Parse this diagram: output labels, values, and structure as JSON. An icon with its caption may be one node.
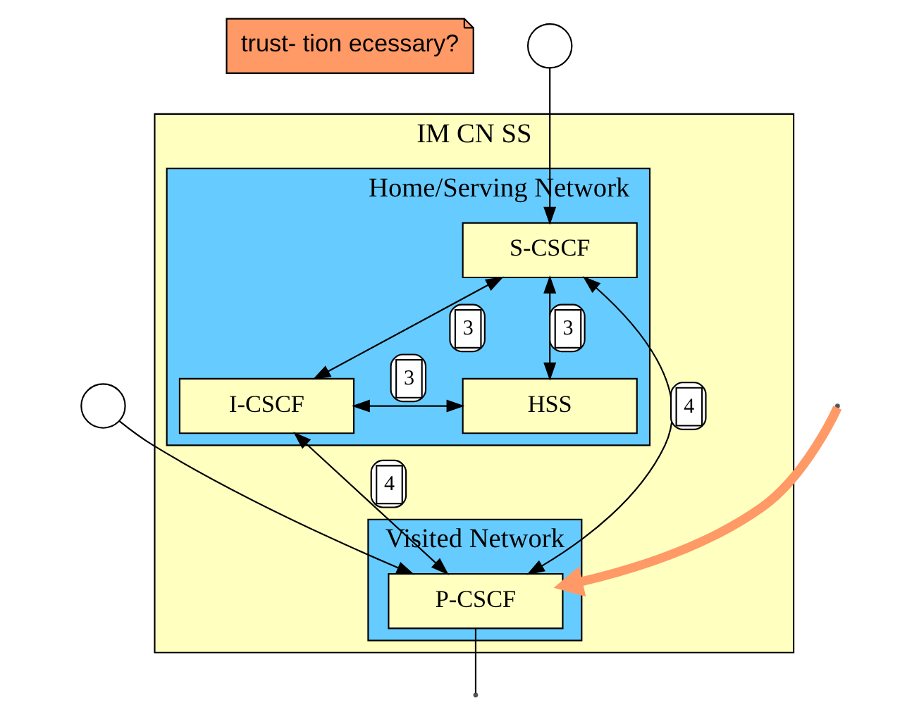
{
  "diagram": {
    "nodes": [
      {
        "text": [
          "trust- tion ecessary?"
        ]
      },
      {
        "text": [
          "IM CN SS"
        ]
      },
      {
        "text": [
          "Home/Serving Network"
        ],
        "in": 1
      },
      {
        "text": [],
        "shape": "circle"
      },
      {
        "text": [
          "S-CSCF"
        ],
        "in": 2
      },
      {
        "text": [
          "I-CSCF"
        ],
        "in": 2
      },
      {
        "text": [
          "HSS"
        ],
        "in": 2
      },
      {
        "text": [],
        "shape": "circle"
      },
      {
        "text": [
          "Visited Network"
        ],
        "in": 1
      },
      {
        "text": [
          "P-CSCF"
        ],
        "in": 8
      }
    ],
    "edges": [
      {
        "from": 3,
        "to": 4,
        "arrow": "to"
      },
      {
        "from": 5,
        "to": 4,
        "arrow": "both",
        "label": "3"
      },
      {
        "from": 4,
        "to": 6,
        "arrow": "both",
        "label": "3"
      },
      {
        "from": 5,
        "to": 6,
        "arrow": "both",
        "label": "3"
      },
      {
        "from": 5,
        "to": 9,
        "arrow": "both",
        "label": "4"
      },
      {
        "from": 9,
        "to": 4,
        "arrow": "both",
        "label": "4"
      },
      {
        "from": 7,
        "to": 9,
        "arrow": "to"
      },
      {
        "from": null,
        "to": 9,
        "arrow": "to",
        "style": "thick",
        "color": "#ff9966"
      },
      {
        "from": 9,
        "to": null,
        "arrow": "none"
      }
    ]
  }
}
